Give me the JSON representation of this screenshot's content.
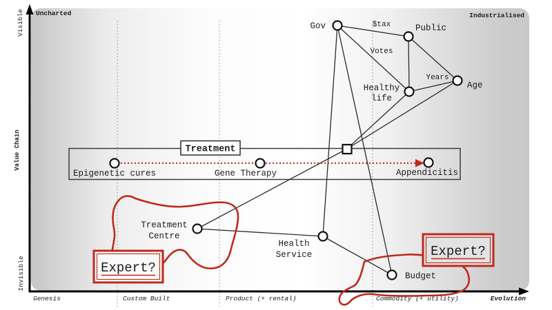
{
  "diagram": {
    "type": "wardley-map",
    "corners": {
      "top_left": "Uncharted",
      "top_right": "Industrialised"
    },
    "y_axis": {
      "title": "Value Chain",
      "top_label": "Visible",
      "bottom_label": "Invisible"
    },
    "x_axis": {
      "label": "Evolution",
      "stages": [
        "Genesis",
        "Custom Built",
        "Product (+ rental)",
        "Commodity (+ utility)"
      ]
    },
    "container": {
      "label": "Treatment"
    },
    "nodes": {
      "gov": {
        "label": "Gov"
      },
      "public": {
        "label": "Public"
      },
      "healthy_life": {
        "label": "Healthy life",
        "line1": "Healthy",
        "line2": "life"
      },
      "age": {
        "label": "Age"
      },
      "epigenetic_cures": {
        "label": "Epigenetic cures"
      },
      "gene_therapy": {
        "label": "Gene Therapy"
      },
      "appendicitis": {
        "label": "Appendicitis"
      },
      "treatment_centre": {
        "label": "Treatment Centre",
        "line1": "Treatment",
        "line2": "Centre"
      },
      "health_service": {
        "label": "Health Service",
        "line1": "Health",
        "line2": "Service"
      },
      "budget": {
        "label": "Budget"
      }
    },
    "edges": [
      {
        "from": "Gov",
        "to": "Public",
        "label": "$tax"
      },
      {
        "from": "Gov",
        "to": "Healthy life",
        "label": "Votes"
      },
      {
        "from": "Healthy life",
        "to": "Age",
        "label": "Years"
      },
      {
        "from": "Public",
        "to": "Healthy life",
        "label": ""
      },
      {
        "from": "Public",
        "to": "Age",
        "label": ""
      },
      {
        "from": "Treatment",
        "to": "Healthy life",
        "label": ""
      },
      {
        "from": "Treatment",
        "to": "Age",
        "label": ""
      },
      {
        "from": "Gov",
        "to": "Health Service",
        "label": ""
      },
      {
        "from": "Gov",
        "to": "Budget",
        "label": ""
      },
      {
        "from": "Treatment Centre",
        "to": "Treatment",
        "label": ""
      },
      {
        "from": "Treatment Centre",
        "to": "Health Service",
        "label": ""
      },
      {
        "from": "Health Service",
        "to": "Budget",
        "label": ""
      }
    ],
    "evolution_arrow": {
      "from": "Epigenetic cures",
      "to": "Appendicitis"
    },
    "annotations": {
      "expert_left": "Expert?",
      "expert_right": "Expert?"
    },
    "colors": {
      "annotation_red": "#c0281c",
      "ink": "#1b1b1b"
    }
  }
}
